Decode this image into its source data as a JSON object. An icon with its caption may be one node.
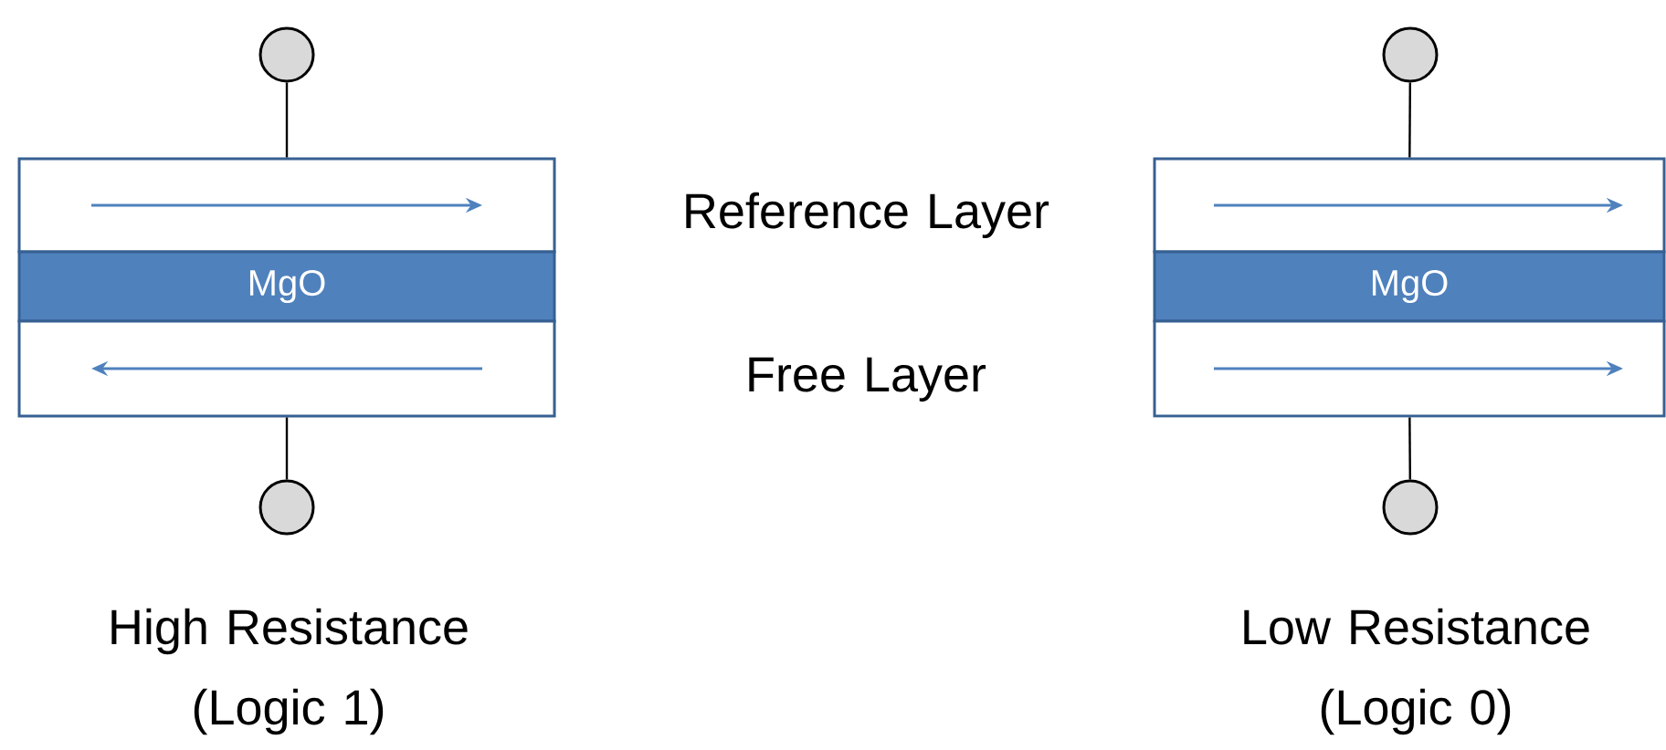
{
  "diagram": {
    "nodes": [
      {
        "text": [],
        "shape": "circle"
      },
      {
        "text": [],
        "shape": "box"
      },
      {
        "text": [
          "MgO"
        ]
      },
      {
        "text": [],
        "shape": "box"
      },
      {
        "text": [],
        "shape": "circle"
      },
      {
        "text": [],
        "shape": "circle"
      },
      {
        "text": [],
        "shape": "box"
      },
      {
        "text": [
          "MgO"
        ]
      },
      {
        "text": [],
        "shape": "box"
      },
      {
        "text": [],
        "shape": "circle"
      }
    ],
    "edges": [
      {
        "from": 0,
        "to": 1,
        "arrow": "none"
      },
      {
        "from": 3,
        "to": 4,
        "arrow": "none"
      },
      {
        "from": 5,
        "to": 6,
        "arrow": "none"
      },
      {
        "from": 8,
        "to": 9,
        "arrow": "none"
      }
    ],
    "labels": [
      "Reference Layer",
      "Free Layer",
      "High Resistance (Logic 1)",
      "Low Resistance (Logic 0)"
    ]
  }
}
